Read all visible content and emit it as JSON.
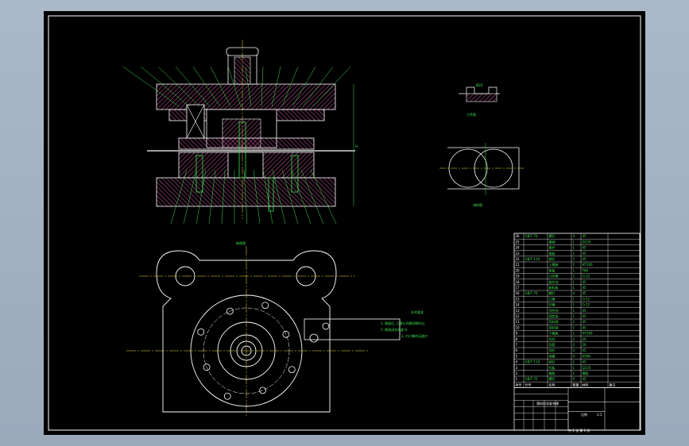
{
  "drawing": {
    "colors": {
      "line": "#ffffff",
      "hatch": "#d85aa8",
      "center": "#f2e23a",
      "text": "#3fe04f",
      "part": "#3fe04f",
      "background": "#000000",
      "viewport": "#a5b3c3"
    },
    "section_title": "A-A",
    "plan_title": "俯视图",
    "tech_req_title": "技术要求",
    "tech_req": [
      "1. 装配后, 凸模与凹模间隙均匀",
      "2. 模具闭合高度 H",
      "3. 刃口锋利无崩刃"
    ],
    "part_label": "工件图",
    "layout_label": "排样图",
    "dim_width": "Ø26",
    "dim_height": "H",
    "title_block": {
      "drawing_name": "落料拉深复合模",
      "scale_label": "比例",
      "scale": "1:1",
      "sheet_label": "共 1 张 第 1 张"
    },
    "bom_header": [
      "序号",
      "代号",
      "名称",
      "数量",
      "材料",
      "备注"
    ],
    "bom_rows": [
      [
        "26",
        "GB/T 70",
        "螺钉",
        "4",
        "45",
        ""
      ],
      [
        "25",
        "",
        "模柄",
        "1",
        "Q235",
        ""
      ],
      [
        "24",
        "",
        "推杆",
        "1",
        "45",
        ""
      ],
      [
        "23",
        "",
        "推板",
        "1",
        "45",
        ""
      ],
      [
        "22",
        "GB/T 119",
        "销钉",
        "2",
        "45",
        ""
      ],
      [
        "21",
        "",
        "上模座",
        "1",
        "HT200",
        ""
      ],
      [
        "20",
        "",
        "垫板",
        "1",
        "T8A",
        ""
      ],
      [
        "19",
        "",
        "凸凹模",
        "1",
        "Cr12",
        ""
      ],
      [
        "18",
        "",
        "推件块",
        "1",
        "45",
        ""
      ],
      [
        "17",
        "",
        "卸料板",
        "1",
        "45",
        ""
      ],
      [
        "16",
        "GB/T 70",
        "螺钉",
        "4",
        "45",
        ""
      ],
      [
        "15",
        "",
        "凸模",
        "1",
        "Cr12",
        ""
      ],
      [
        "14",
        "",
        "凹模",
        "1",
        "Cr12",
        ""
      ],
      [
        "13",
        "",
        "顶件块",
        "1",
        "45",
        ""
      ],
      [
        "12",
        "",
        "固定板",
        "1",
        "45",
        ""
      ],
      [
        "11",
        "",
        "导料销",
        "2",
        "45",
        ""
      ],
      [
        "10",
        "",
        "挡料销",
        "1",
        "45",
        ""
      ],
      [
        "9",
        "",
        "下模座",
        "1",
        "HT200",
        ""
      ],
      [
        "8",
        "",
        "导柱",
        "2",
        "20",
        ""
      ],
      [
        "7",
        "",
        "导套",
        "2",
        "20",
        ""
      ],
      [
        "6",
        "",
        "顶杆",
        "3",
        "45",
        ""
      ],
      [
        "5",
        "",
        "弹簧",
        "4",
        "65Mn",
        ""
      ],
      [
        "4",
        "GB/T 119",
        "销钉",
        "2",
        "45",
        ""
      ],
      [
        "3",
        "",
        "托板",
        "1",
        "Q235",
        ""
      ],
      [
        "2",
        "",
        "橡胶",
        "1",
        "橡胶",
        ""
      ],
      [
        "1",
        "GB/T 70",
        "螺钉",
        "4",
        "45",
        ""
      ]
    ]
  }
}
